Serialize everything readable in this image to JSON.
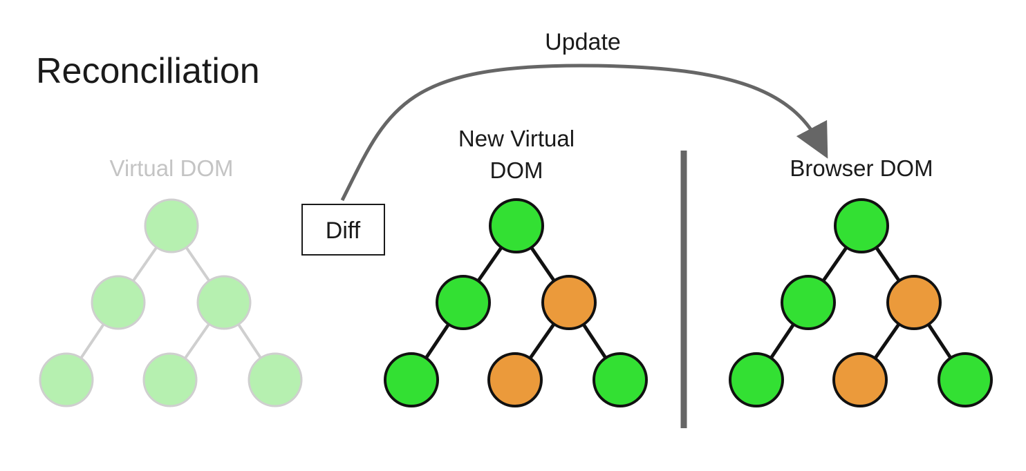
{
  "title": "Reconciliation",
  "update_label": "Update",
  "diff_label": "Diff",
  "trees": [
    {
      "label_lines": [
        "Virtual DOM"
      ],
      "faded": true,
      "node_states": [
        "unchanged",
        "unchanged",
        "unchanged",
        "unchanged",
        "unchanged",
        "unchanged"
      ]
    },
    {
      "label_lines": [
        "New Virtual",
        "DOM"
      ],
      "faded": false,
      "node_states": [
        "unchanged",
        "unchanged",
        "changed",
        "unchanged",
        "changed",
        "unchanged"
      ]
    },
    {
      "label_lines": [
        "Browser DOM"
      ],
      "faded": false,
      "node_states": [
        "unchanged",
        "unchanged",
        "changed",
        "unchanged",
        "changed",
        "unchanged"
      ]
    }
  ],
  "colors": {
    "unchanged": "#33e033",
    "changed": "#eb9a3b",
    "faded_node": "#b6f0b0",
    "faded_line": "#cfcfcf",
    "faded_text": "#c4c4c4",
    "line": "#111111",
    "arrow": "#666666",
    "divider": "#666666",
    "text": "#1a1a1a"
  }
}
